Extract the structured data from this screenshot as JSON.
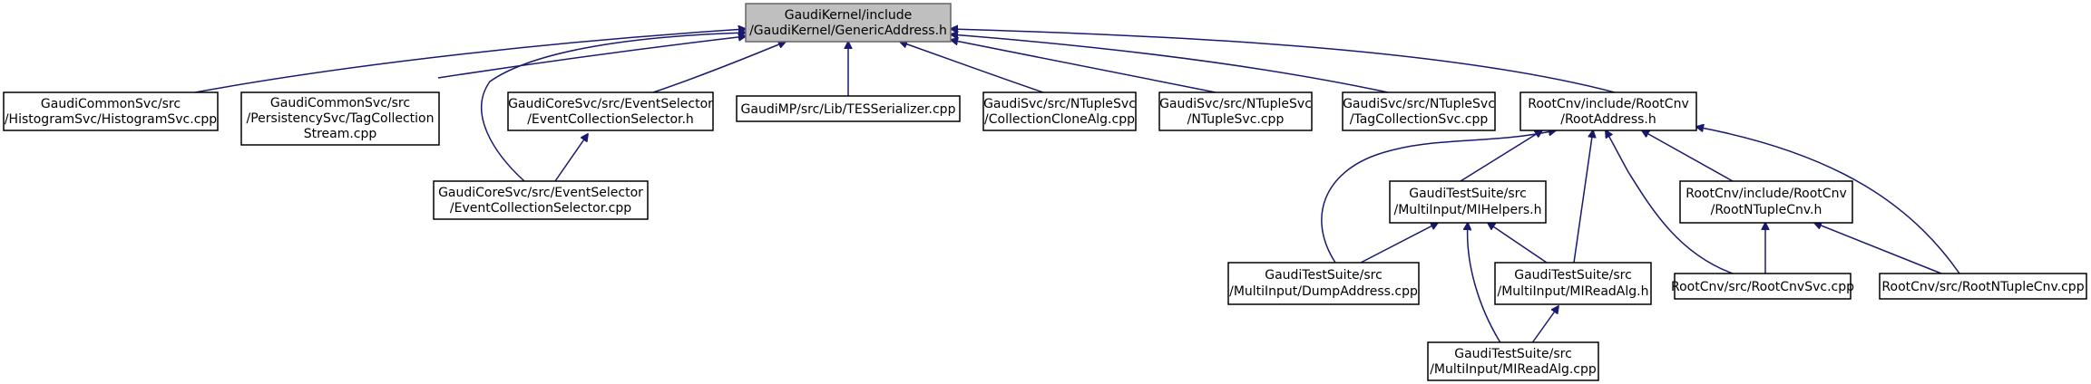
{
  "diagram": {
    "nodes": [
      {
        "id": "generic_address",
        "lines": [
          "GaudiKernel/include",
          "/GaudiKernel/GenericAddress.h"
        ]
      },
      {
        "id": "histogram_svc",
        "lines": [
          "GaudiCommonSvc/src",
          "/HistogramSvc/HistogramSvc.cpp"
        ]
      },
      {
        "id": "tag_collection_stream",
        "lines": [
          "GaudiCommonSvc/src",
          "/PersistencySvc/TagCollection",
          "Stream.cpp"
        ]
      },
      {
        "id": "event_collection_selector_h",
        "lines": [
          "GaudiCoreSvc/src/EventSelector",
          "/EventCollectionSelector.h"
        ]
      },
      {
        "id": "tes_serializer",
        "lines": [
          "GaudiMP/src/Lib/TESSerializer.cpp"
        ]
      },
      {
        "id": "collection_clone_alg",
        "lines": [
          "GaudiSvc/src/NTupleSvc",
          "/CollectionCloneAlg.cpp"
        ]
      },
      {
        "id": "ntuple_svc",
        "lines": [
          "GaudiSvc/src/NTupleSvc",
          "/NTupleSvc.cpp"
        ]
      },
      {
        "id": "tag_collection_svc",
        "lines": [
          "GaudiSvc/src/NTupleSvc",
          "/TagCollectionSvc.cpp"
        ]
      },
      {
        "id": "root_address_h",
        "lines": [
          "RootCnv/include/RootCnv",
          "/RootAddress.h"
        ]
      },
      {
        "id": "event_collection_selector_cpp",
        "lines": [
          "GaudiCoreSvc/src/EventSelector",
          "/EventCollectionSelector.cpp"
        ]
      },
      {
        "id": "mi_helpers_h",
        "lines": [
          "GaudiTestSuite/src",
          "/MultiInput/MIHelpers.h"
        ]
      },
      {
        "id": "root_ntuple_cnv_h",
        "lines": [
          "RootCnv/include/RootCnv",
          "/RootNTupleCnv.h"
        ]
      },
      {
        "id": "dump_address",
        "lines": [
          "GaudiTestSuite/src",
          "/MultiInput/DumpAddress.cpp"
        ]
      },
      {
        "id": "mi_read_alg_h",
        "lines": [
          "GaudiTestSuite/src",
          "/MultiInput/MIReadAlg.h"
        ]
      },
      {
        "id": "root_cnv_svc",
        "lines": [
          "RootCnv/src/RootCnvSvc.cpp"
        ]
      },
      {
        "id": "root_ntuple_cnv_cpp",
        "lines": [
          "RootCnv/src/RootNTupleCnv.cpp"
        ]
      },
      {
        "id": "mi_read_alg_cpp",
        "lines": [
          "GaudiTestSuite/src",
          "/MultiInput/MIReadAlg.cpp"
        ]
      }
    ],
    "edges": [
      {
        "from": "histogram_svc",
        "to": "generic_address"
      },
      {
        "from": "tag_collection_stream",
        "to": "generic_address"
      },
      {
        "from": "event_collection_selector_h",
        "to": "generic_address"
      },
      {
        "from": "event_collection_selector_cpp",
        "to": "generic_address"
      },
      {
        "from": "tes_serializer",
        "to": "generic_address"
      },
      {
        "from": "collection_clone_alg",
        "to": "generic_address"
      },
      {
        "from": "ntuple_svc",
        "to": "generic_address"
      },
      {
        "from": "tag_collection_svc",
        "to": "generic_address"
      },
      {
        "from": "root_address_h",
        "to": "generic_address"
      },
      {
        "from": "event_collection_selector_cpp",
        "to": "event_collection_selector_h"
      },
      {
        "from": "dump_address",
        "to": "root_address_h"
      },
      {
        "from": "mi_helpers_h",
        "to": "root_address_h"
      },
      {
        "from": "mi_read_alg_h",
        "to": "root_address_h"
      },
      {
        "from": "root_cnv_svc",
        "to": "root_address_h"
      },
      {
        "from": "root_ntuple_cnv_h",
        "to": "root_address_h"
      },
      {
        "from": "root_ntuple_cnv_cpp",
        "to": "root_address_h"
      },
      {
        "from": "dump_address",
        "to": "mi_helpers_h"
      },
      {
        "from": "mi_read_alg_h",
        "to": "mi_helpers_h"
      },
      {
        "from": "mi_read_alg_cpp",
        "to": "mi_helpers_h"
      },
      {
        "from": "mi_read_alg_cpp",
        "to": "mi_read_alg_h"
      },
      {
        "from": "root_cnv_svc",
        "to": "root_ntuple_cnv_h"
      },
      {
        "from": "root_ntuple_cnv_cpp",
        "to": "root_ntuple_cnv_h"
      }
    ]
  }
}
